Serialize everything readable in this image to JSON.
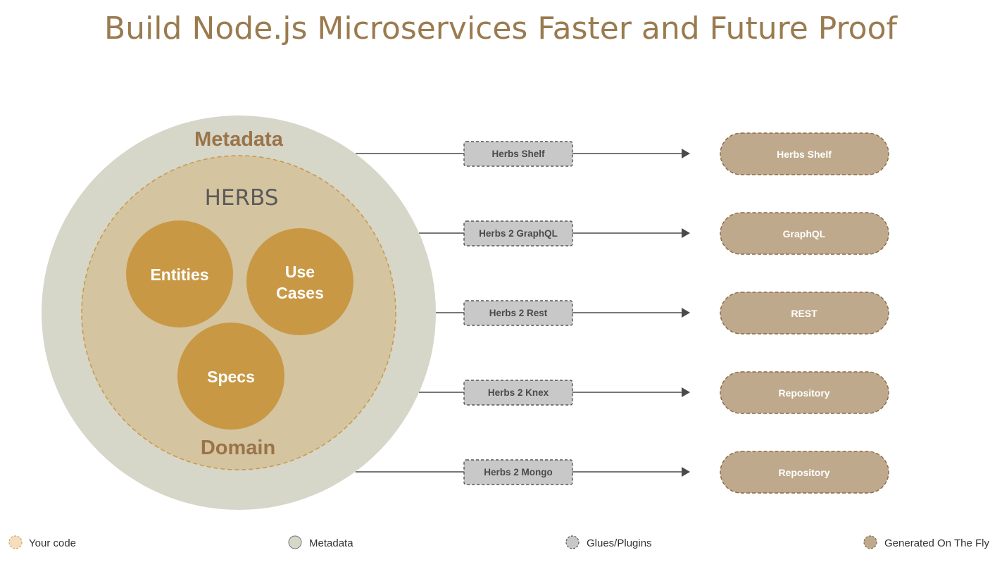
{
  "title": "Build Node.js Microservices Faster and Future Proof",
  "outer": {
    "label": "Metadata",
    "bottom_label": "Domain"
  },
  "inner": {
    "label": "HERBS"
  },
  "circles": [
    {
      "line1": "Entities",
      "line2": ""
    },
    {
      "line1": "Use",
      "line2": "Cases"
    },
    {
      "line1": "Specs",
      "line2": ""
    }
  ],
  "rows": [
    {
      "plugin": "Herbs Shelf",
      "output": "Herbs Shelf"
    },
    {
      "plugin": "Herbs 2 GraphQL",
      "output": "GraphQL"
    },
    {
      "plugin": "Herbs 2 Rest",
      "output": "REST"
    },
    {
      "plugin": "Herbs 2 Knex",
      "output": "Repository"
    },
    {
      "plugin": "Herbs 2 Mongo",
      "output": "Repository"
    }
  ],
  "legend": [
    {
      "label": "Your code",
      "icon": "your-code-legend-icon",
      "color": "#f3dfc0"
    },
    {
      "label": "Metadata",
      "icon": "metadata-legend-icon",
      "color": "#d6d6c9"
    },
    {
      "label": "Glues/Plugins",
      "icon": "plugin-legend-icon",
      "color": "#c8c8c8"
    },
    {
      "label": "Generated On The Fly",
      "icon": "generated-legend-icon",
      "color": "#bfa98c"
    }
  ],
  "colors": {
    "title": "#9a7b4f",
    "outer_ring": "#d6d6c9",
    "inner_area": "#d4c4a0",
    "core_circles": "#c99845",
    "plugin_box": "#c8c8c8",
    "output_pill": "#bfa98c",
    "arrow": "#4a4a4a"
  }
}
